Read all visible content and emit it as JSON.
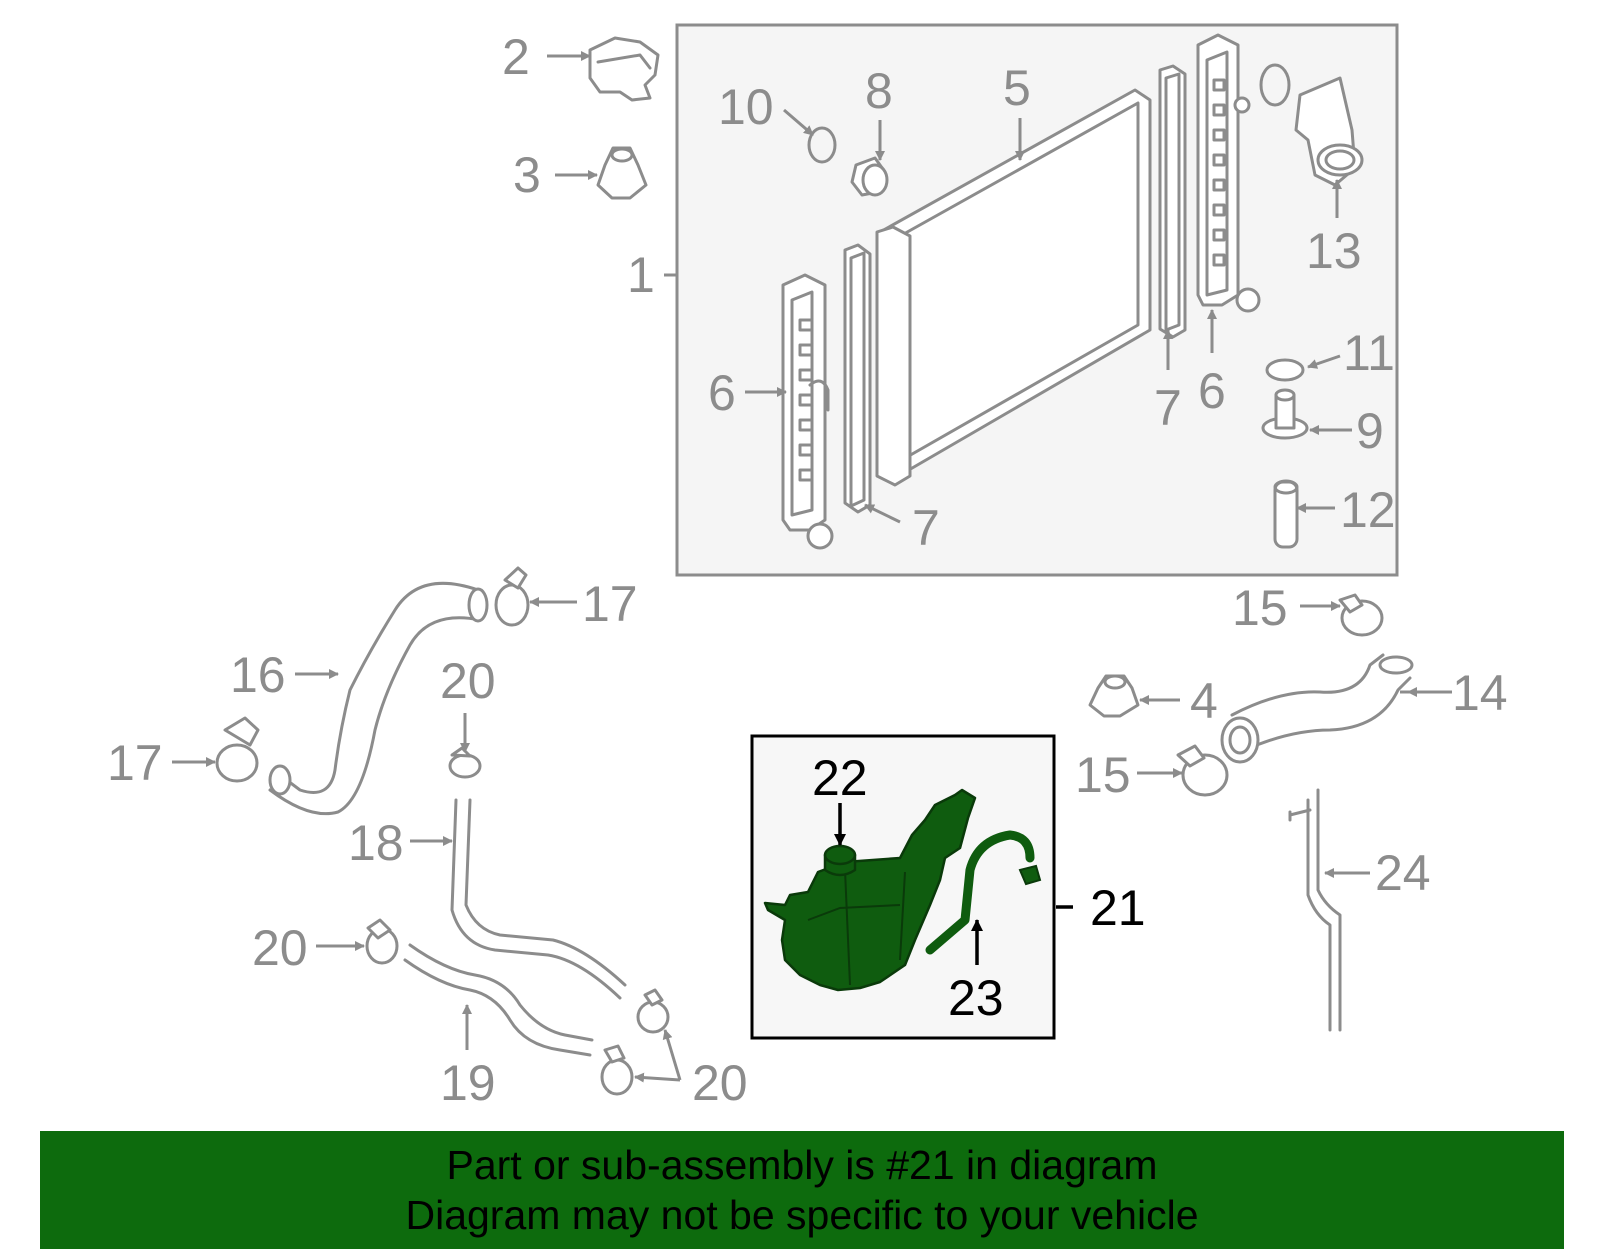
{
  "colors": {
    "highlight": "#0f5c0f",
    "banner": "#0d6b0d",
    "part_stroke": "#8c8c8c",
    "box_fill": "#f5f5f5"
  },
  "labels": {
    "l1": "1",
    "l2": "2",
    "l3": "3",
    "l4": "4",
    "l5": "5",
    "l6a": "6",
    "l6b": "6",
    "l7a": "7",
    "l7b": "7",
    "l8": "8",
    "l9": "9",
    "l10": "10",
    "l11": "11",
    "l12": "12",
    "l13": "13",
    "l14": "14",
    "l15a": "15",
    "l15b": "15",
    "l16": "16",
    "l17a": "17",
    "l17b": "17",
    "l18": "18",
    "l19": "19",
    "l20a": "20",
    "l20b": "20",
    "l20c": "20",
    "l21": "21",
    "l22": "22",
    "l23": "23",
    "l24": "24"
  },
  "banner": {
    "line1": "Part or sub-assembly is #21 in diagram",
    "line2": "Diagram may not be specific to your vehicle"
  }
}
